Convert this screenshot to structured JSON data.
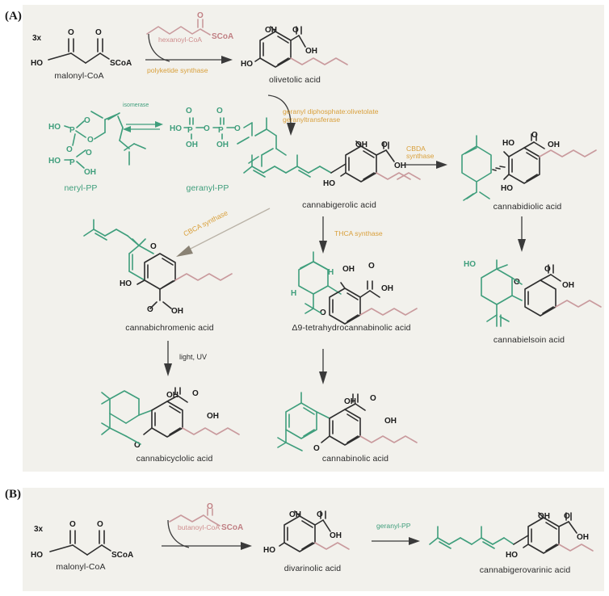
{
  "figure": {
    "panels": [
      {
        "id": "A",
        "letter": "(A)"
      },
      {
        "id": "B",
        "letter": "(B)"
      }
    ]
  },
  "panelA": {
    "compounds": [
      {
        "name": "malonyl-CoA",
        "stoich": "3x"
      },
      {
        "name": "olivetolic acid"
      },
      {
        "name": "neryl-PP"
      },
      {
        "name": "geranyl-PP"
      },
      {
        "name": "cannabigerolic acid"
      },
      {
        "name": "cannabidiolic acid"
      },
      {
        "name": "cannabichromenic acid"
      },
      {
        "name": "Δ9-tetrahydrocannabinolic acid"
      },
      {
        "name": "cannabielsoin acid"
      },
      {
        "name": "cannabicyclolic acid"
      },
      {
        "name": "cannabinolic acid"
      }
    ],
    "cofactors": [
      {
        "name": "hexanoyl-CoA"
      }
    ],
    "enzymes": [
      {
        "name": "polyketide synthase"
      },
      {
        "name": "isomerase"
      },
      {
        "name": "geranyl diphosphate:olivetolate",
        "name2": "geranyltransferase"
      },
      {
        "name": "CBDA",
        "name2": "synthase"
      },
      {
        "name": "CBCA synthase"
      },
      {
        "name": "THCA synthase"
      }
    ],
    "conditions": [
      {
        "name": "light, UV"
      }
    ],
    "atoms": {
      "OH": "OH",
      "HO": "HO",
      "O": "O",
      "SCoA": "SCoA",
      "P": "P",
      "H": "H"
    }
  },
  "panelB": {
    "compounds": [
      {
        "name": "malonyl-CoA",
        "stoich": "3x"
      },
      {
        "name": "divarinolic acid"
      },
      {
        "name": "cannabigerovarinic acid"
      }
    ],
    "cofactors": [
      {
        "name": "butanoyl-CoA"
      },
      {
        "name": "geranyl-PP"
      }
    ]
  },
  "colors": {
    "panel_bg": "#f2f1ec",
    "page_bg": "#ffffff",
    "black_bond": "#2e2e2e",
    "green_bond": "#3f9e7c",
    "pink_bond": "#c99a9d",
    "enzyme_orange": "#d9a03c",
    "cofactor_pink": "#cf8e8e",
    "text": "#2b2b2b"
  }
}
